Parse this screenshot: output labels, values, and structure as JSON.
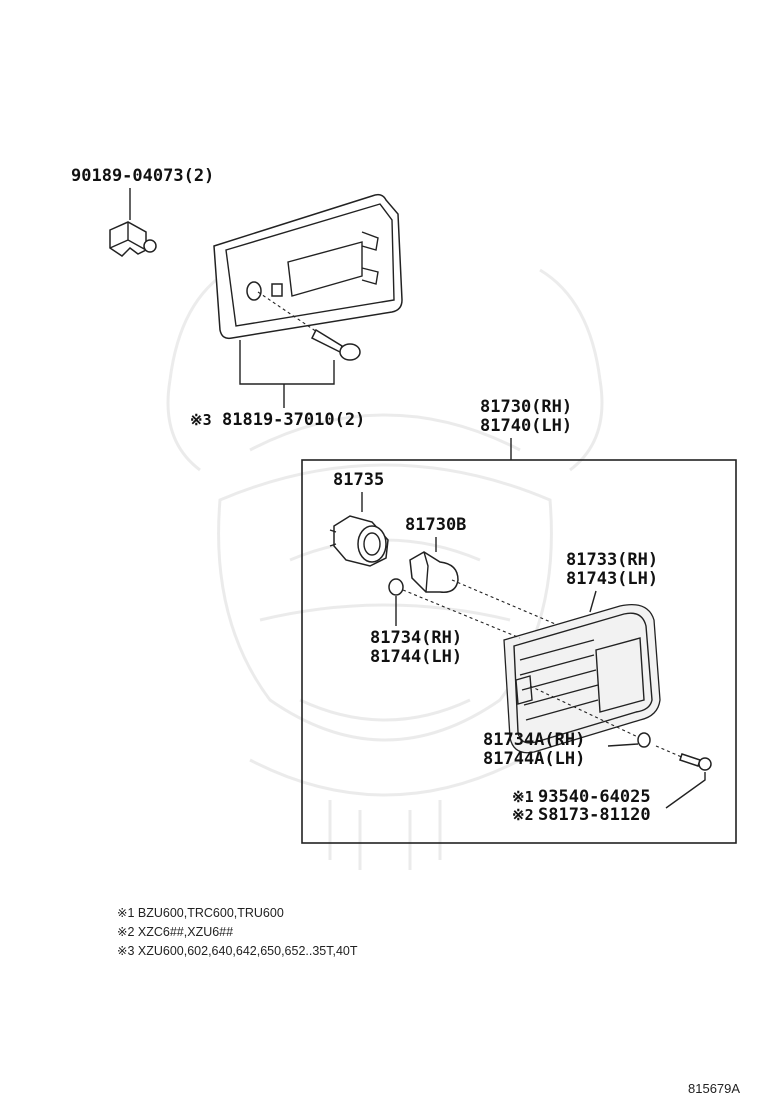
{
  "labels": {
    "bolt_clip": "90189-04073(2)",
    "screw_prefix": "※3",
    "screw": "81819-37010(2)",
    "assy_rh": "81730(RH)",
    "assy_lh": "81740(LH)",
    "socket": "81735",
    "bulb": "81730B",
    "lens_rh": "81733(RH)",
    "lens_lh": "81743(LH)",
    "gasket_rh": "81734(RH)",
    "gasket_lh": "81744(LH)",
    "gasket_a_rh": "81734A(RH)",
    "gasket_a_lh": "81744A(LH)",
    "fastener_1_prefix": "※1",
    "fastener_1": "93540-64025",
    "fastener_2_prefix": "※2",
    "fastener_2": "S8173-81120"
  },
  "notes": [
    "※1 BZU600,TRC600,TRU600",
    "※2 XZC6##,XZU6##",
    "※3 XZU600,602,640,642,650,652..35T,40T"
  ],
  "diagram_code": "815679A"
}
